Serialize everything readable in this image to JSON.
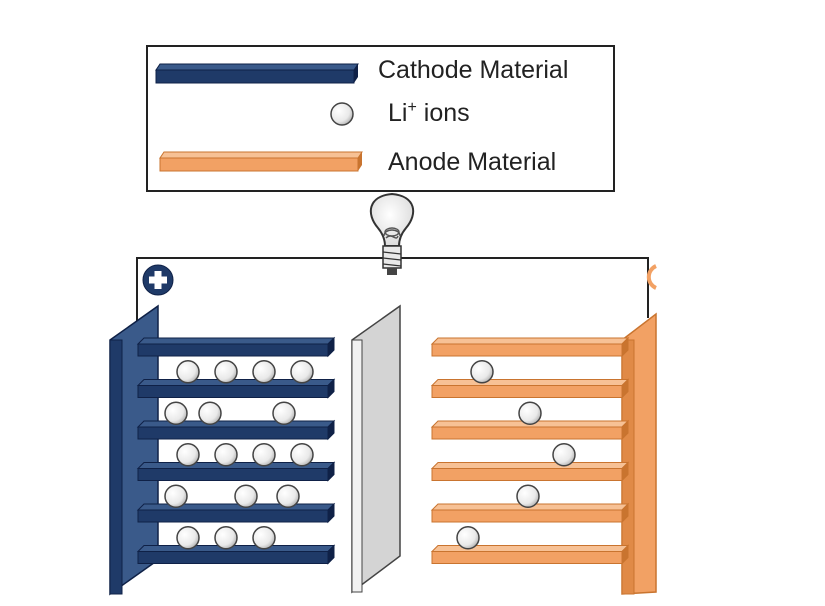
{
  "legend": {
    "cathode_label": "Cathode Material",
    "ion_label_main": "Li",
    "ion_label_sup": "+",
    "ion_label_rest": " ions",
    "anode_label": "Anode Material"
  },
  "colors": {
    "cathode": "#1f3a68",
    "cathode_dark": "#0f2147",
    "cathode_plate": "#3a5a8a",
    "anode": "#f2a164",
    "anode_dark": "#c9742f",
    "separator": "#e8e8e8",
    "wire": "#222222",
    "terminal": "#1f3a68"
  },
  "icons": {
    "positive_terminal": "plus-terminal-icon",
    "bulb": "light-bulb-icon",
    "ion": "li-ion-ball-icon"
  },
  "cathode": {
    "layers": 6,
    "ions_per_gap": [
      4,
      3,
      4,
      3,
      3
    ]
  },
  "anode": {
    "layers": 6,
    "ions_per_gap": [
      1,
      1,
      1,
      1,
      1
    ]
  }
}
